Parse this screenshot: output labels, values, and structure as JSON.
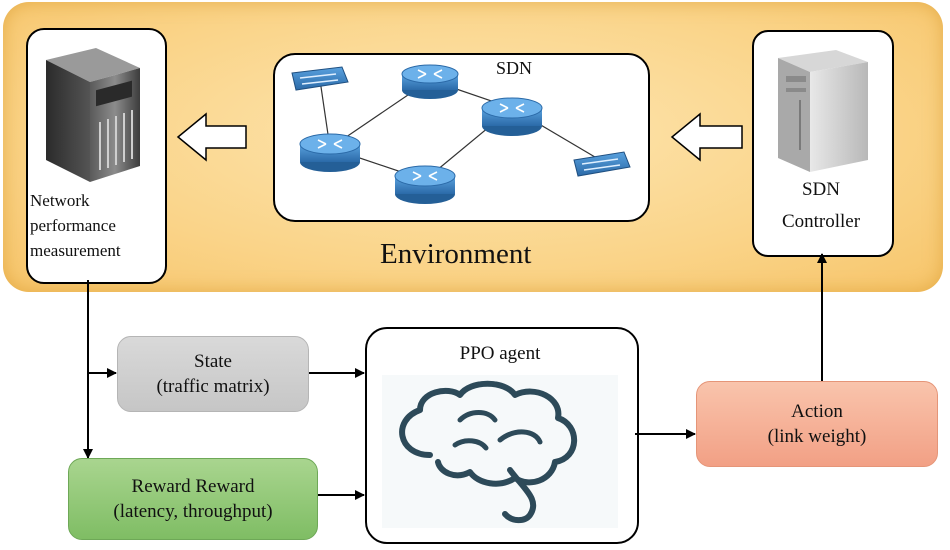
{
  "environment": {
    "label": "Environment",
    "sdn_label": "SDN",
    "measurement_label": "Network performance measurement",
    "controller_label_line1": "SDN",
    "controller_label_line2": "Controller"
  },
  "agent": {
    "label": "PPO agent"
  },
  "state": {
    "line1": "State",
    "line2": "(traffic matrix)"
  },
  "reward": {
    "line1": "Reward Reward",
    "line2": "(latency, throughput)"
  },
  "action": {
    "line1": "Action",
    "line2": "(link weight)"
  },
  "colors": {
    "environment_fill": "#fad489",
    "state_fill": "#d0d0d0",
    "reward_fill": "#92c879",
    "action_fill": "#f5b096",
    "router_blue": "#3e86c8",
    "brain_stroke": "#2d4a59"
  },
  "icons": [
    "server-icon",
    "router-icon",
    "switch-icon",
    "controller-tower-icon",
    "brain-icon",
    "hollow-arrow-icon"
  ]
}
